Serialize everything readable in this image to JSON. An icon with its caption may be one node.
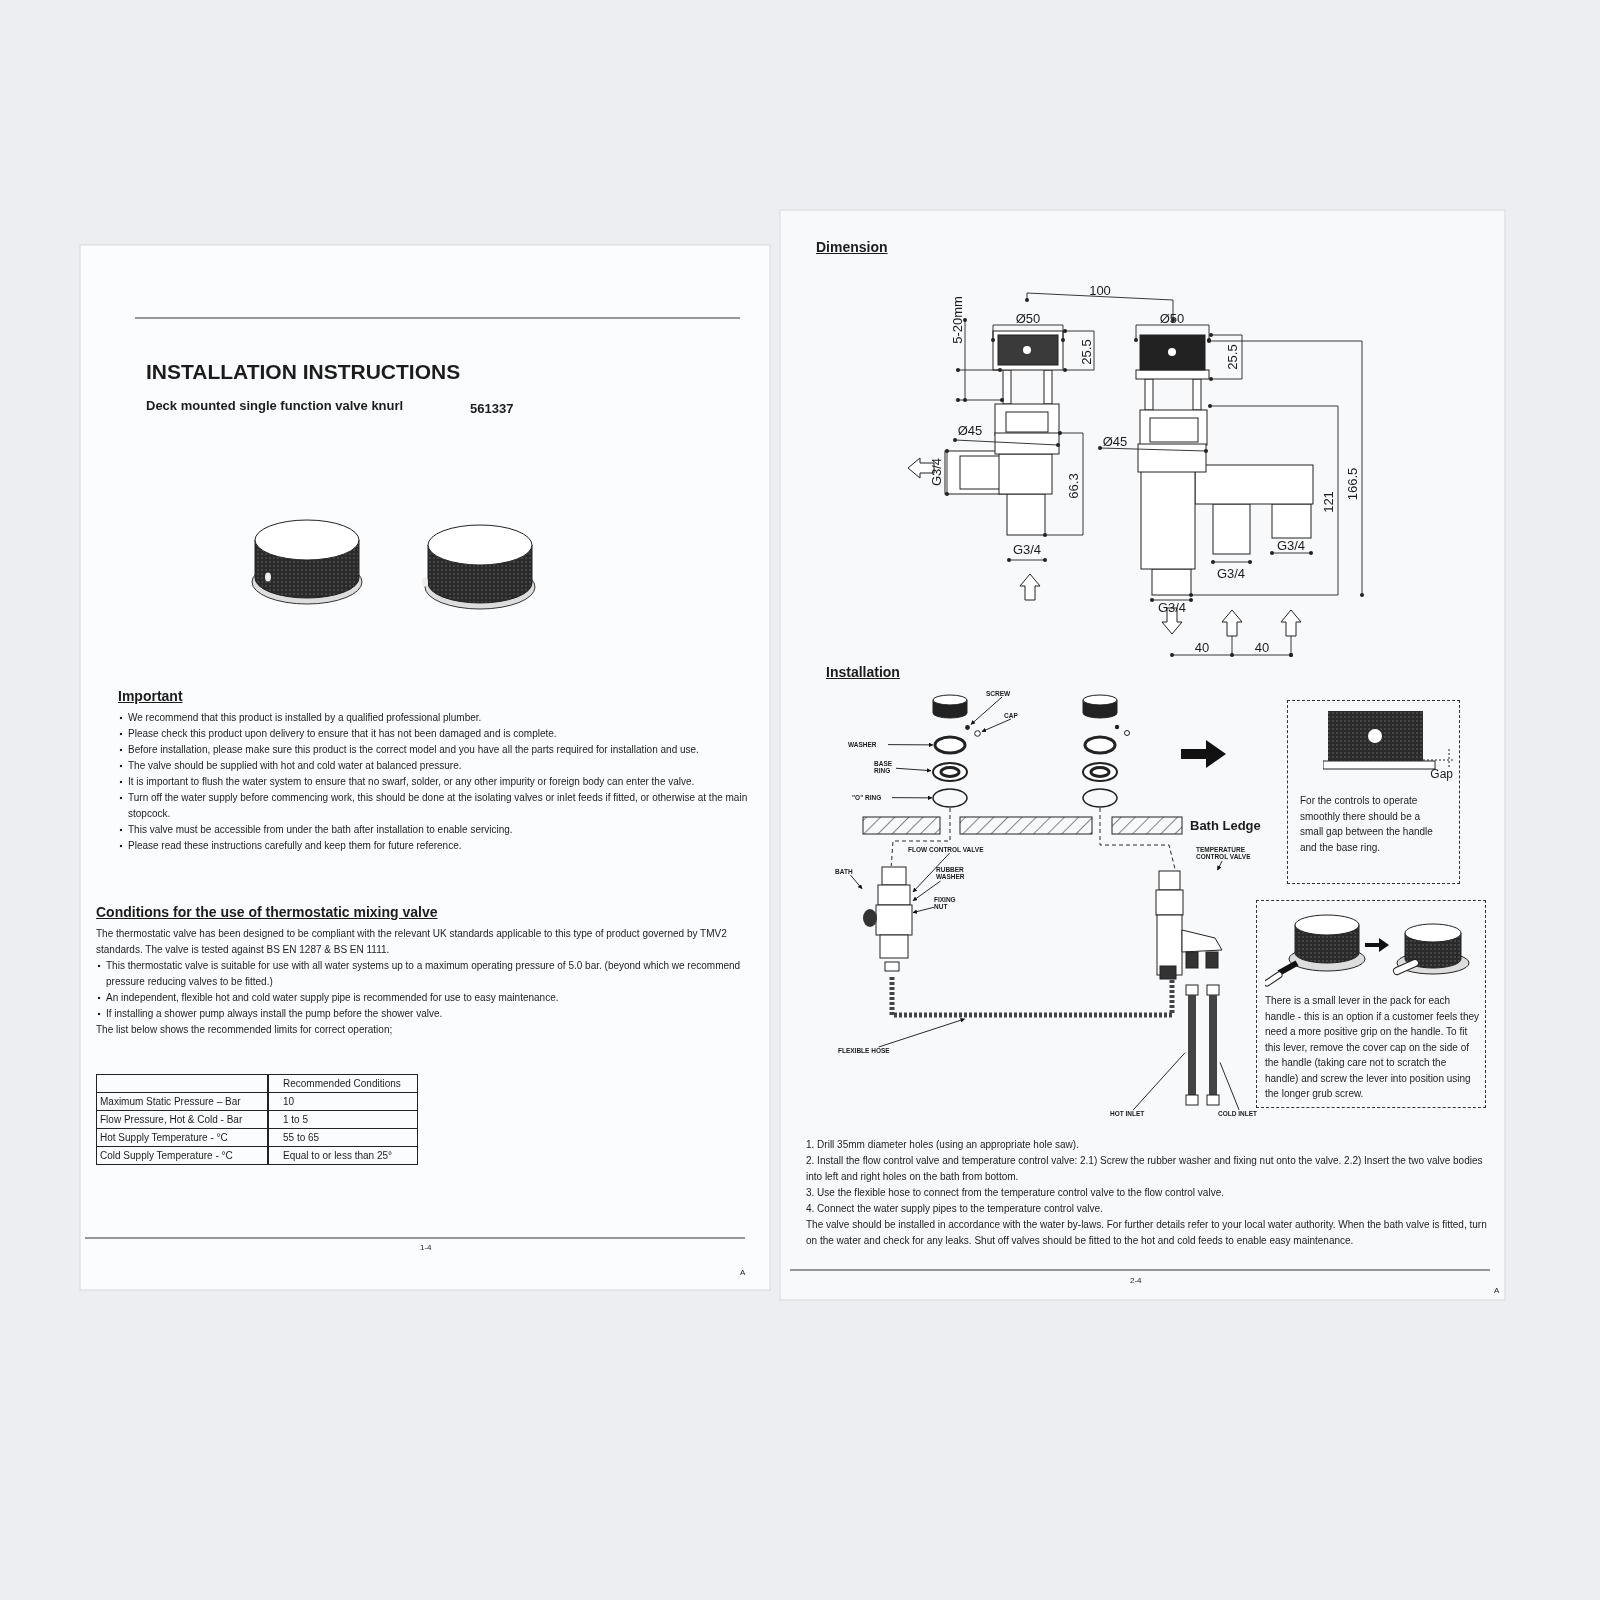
{
  "diagram": {
    "title": "INSTALLATION INSTRUCTIONS",
    "nodes": [
      {
        "text": [
          "SCREW"
        ]
      },
      {
        "text": [
          "CAP"
        ]
      },
      {
        "text": [
          "WASHER"
        ]
      },
      {
        "text": [
          "BASE RING"
        ]
      },
      {
        "text": [
          "\"O\" RING"
        ]
      },
      {
        "text": [
          "Gap",
          "For the controls to operate smoothly there should be a small gap between the handle and the base ring."
        ]
      },
      {
        "text": [
          "FLOW CONTROL VALVE"
        ]
      },
      {
        "text": [
          "BATH"
        ]
      },
      {
        "text": [
          "RUBBER WASHER"
        ]
      },
      {
        "text": [
          "FIXING NUT"
        ]
      },
      {
        "text": [
          "TEMPERATURE CONTROL VALVE"
        ]
      },
      {
        "text": [
          "There is a small lever in the pack for each handle - this is an option if a customer feels they need a more positive grip on the handle. To fit this lever, remove the cover cap on the side of the handle (taking care not to scratch the handle) and screw the lever into position using the longer grub screw."
        ]
      },
      {
        "text": [
          "FLEXIBLE HOSE"
        ]
      },
      {
        "text": [
          "HOT INLET"
        ]
      },
      {
        "text": [
          "COLD INLET"
        ]
      },
      {
        "text": [],
        "shape": "circle"
      },
      {
        "text": [],
        "shape": "circle"
      },
      {
        "text": [],
        "shape": "circle"
      },
      {
        "text": [],
        "shape": "circle"
      },
      {
        "text": [],
        "shape": "circle"
      },
      {
        "text": [],
        "shape": "circle"
      },
      {
        "text": [],
        "shape": "picture"
      },
      {
        "text": [],
        "shape": "picture"
      },
      {
        "text": [],
        "shape": "picture"
      },
      {
        "text": [],
        "shape": "bar"
      },
      {
        "text": [],
        "shape": "bar"
      }
    ],
    "edges": [
      {
        "from": 0,
        "to": 15,
        "arrow": "to"
      },
      {
        "from": 1,
        "to": 16,
        "arrow": "to"
      },
      {
        "from": 2,
        "to": 17,
        "arrow": "to"
      },
      {
        "from": 3,
        "to": 18,
        "arrow": "to"
      },
      {
        "from": 4,
        "to": 19,
        "arrow": "to"
      },
      {
        "from": 6,
        "to": 21,
        "arrow": "to"
      },
      {
        "from": 7,
        "to": 21,
        "arrow": "to"
      },
      {
        "from": 8,
        "to": 21,
        "arrow": "to"
      },
      {
        "from": 9,
        "to": 21,
        "arrow": "to"
      },
      {
        "from": 10,
        "to": 22,
        "arrow": "to"
      },
      {
        "from": 12,
        "to": 23,
        "arrow": "to"
      },
      {
        "from": 13,
        "to": 24,
        "arrow": "none"
      },
      {
        "from": 14,
        "to": 25,
        "arrow": "none"
      },
      {
        "from": 19,
        "to": 21,
        "arrow": "none",
        "style": "dashed"
      },
      {
        "from": 20,
        "to": 22,
        "arrow": "none",
        "style": "dashed"
      }
    ],
    "labels": [
      "Deck mounted single function valve knurl",
      "561337",
      "Important",
      "We recommend that this product is installed by a qualified professional plumber.",
      "Please check this product upon delivery to ensure that it has not been damaged and is complete.",
      "Before installation, please make sure this product is the correct model and you have all the parts required for installation and use.",
      "The valve should be supplied with hot and cold water at balanced pressure.",
      "It is important to flush the water system to ensure that no swarf, solder, or any other impurity or foreign body can enter the valve.",
      "Turn off the water supply before commencing work, this should be done at the isolating valves or inlet feeds if fitted, or otherwise at the main stopcock.",
      "This valve must be accessible from under the bath after installation to enable servicing.",
      "Please read these instructions carefully and keep them for future reference.",
      "Conditions for the use of thermostatic mixing valve",
      "The thermostatic valve has been designed to be compliant with the relevant UK standards applicable to this type of product governed by TMV2 standards.  The valve is tested against BS EN 1287 & BS EN 1111.",
      "This thermostatic valve is suitable for use with all water systems up to a maximum operating pressure of 5.0 bar. (beyond which we recommend pressure reducing valves to be fitted.)",
      "An independent, flexible hot and cold water supply pipe is recommended for use to easy maintenance.",
      "If installing a shower pump always install the pump before the shower valve.",
      "The list below shows the recommended limits for correct operation;",
      "Recommended Conditions",
      "Maximum Static Pressure – Bar",
      "10",
      "Flow Pressure, Hot & Cold - Bar",
      "1 to 5",
      "Hot Supply Temperature - °C",
      "55 to 65",
      "Cold Supply Temperature - °C",
      "Equal to or less than 25°",
      "1-4",
      "A",
      "Dimension",
      "100",
      "5-20mm",
      "Ø50",
      "25.5",
      "Ø50",
      "25.5",
      "Ø45",
      "Ø45",
      "G3/4",
      "66.3",
      "121",
      "166.5",
      "G3/4",
      "G3/4",
      "G3/4",
      "G3/4",
      "40",
      "40",
      "Installation",
      "Bath Ledge",
      "1. Drill 35mm diameter holes (using an appropriate hole saw).",
      "2. Install the flow control valve and temperature control valve:  2.1) Screw the rubber washer and fixing nut onto the valve. 2.2)  Insert the two valve bodies into left and right holes on the bath from bottom.",
      "3. Use the flexible hose to connect from the temperature control valve to the flow control valve.",
      "4. Connect the water supply pipes to the temperature control valve.",
      "The valve should be installed in accordance with the water by-laws. For further details refer to your local water authority. When the bath valve is fitted, turn on the water and check for any leaks. Shut off valves should be fitted to the hot and cold feeds to enable easy maintenance.",
      "2-4",
      "A"
    ]
  }
}
